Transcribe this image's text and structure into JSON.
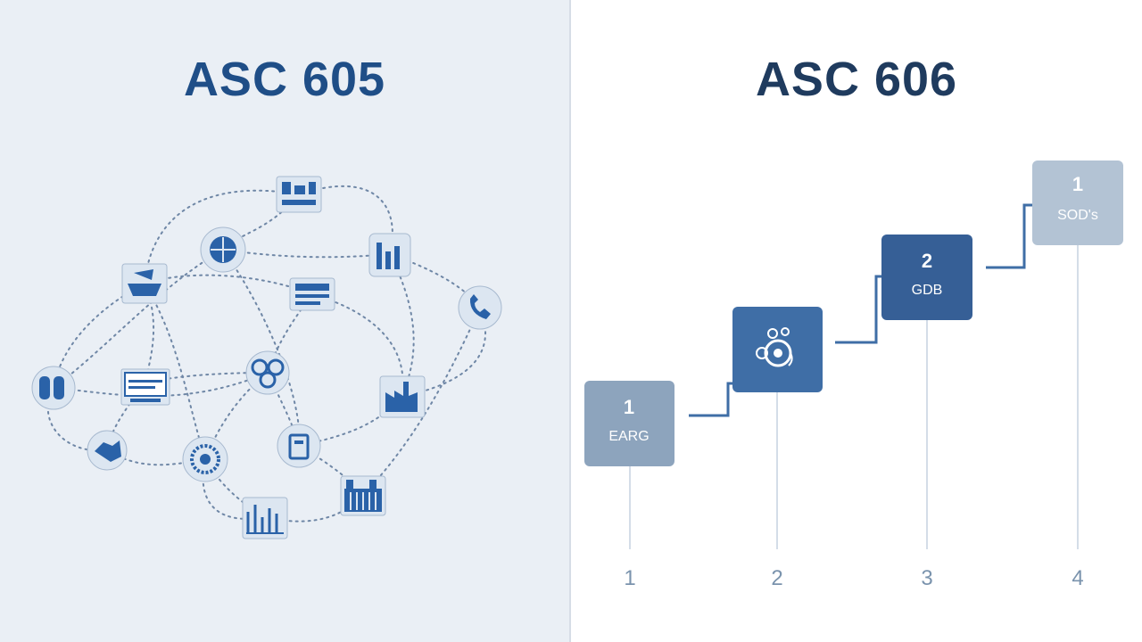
{
  "left_panel": {
    "title": "ASC 605"
  },
  "right_panel": {
    "title": "ASC 606",
    "steps": [
      {
        "number": "1",
        "label": "EARG",
        "color": "#8da4bd",
        "style": "text"
      },
      {
        "number": "",
        "label": "",
        "color": "#3f6ea6",
        "style": "icon"
      },
      {
        "number": "2",
        "label": "GDB",
        "color": "#365f96",
        "style": "text"
      },
      {
        "number": "1",
        "label": "SOD's",
        "color": "#b3c3d4",
        "style": "text"
      }
    ],
    "axis_labels": [
      "1",
      "2",
      "3",
      "4"
    ]
  },
  "network_icons": [
    "building-icon",
    "globe-icon",
    "chart-icon",
    "ship-icon",
    "document-icon",
    "phone-icon",
    "people-icon",
    "computer-icon",
    "gear-cluster-icon",
    "factory-icon",
    "handshake-icon",
    "coin-icon",
    "clipboard-icon",
    "warehouse-icon",
    "city-icon"
  ],
  "colors": {
    "accent": "#1f4e87",
    "muted": "#8da4bd",
    "line": "#6f87a6"
  }
}
